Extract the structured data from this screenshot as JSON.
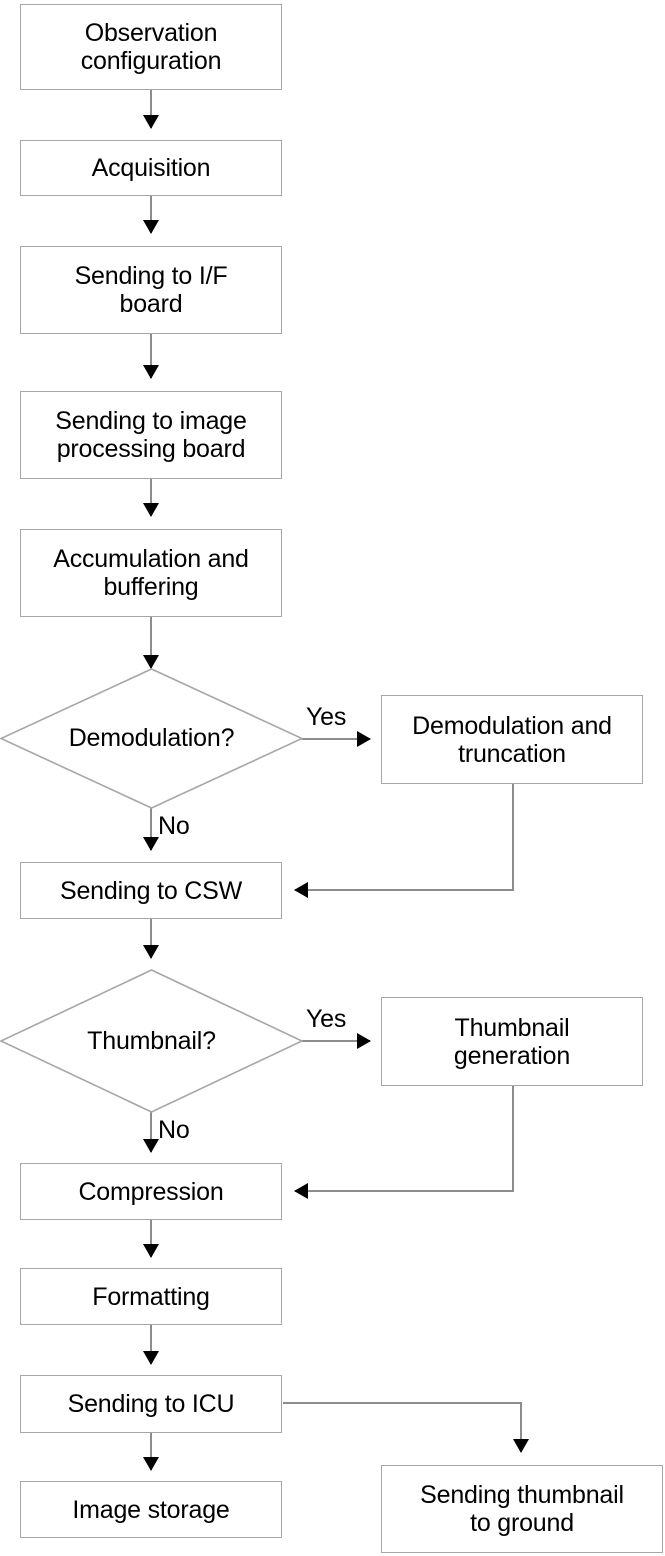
{
  "diagram": {
    "type": "flowchart",
    "title": "",
    "orientation": "top-to-bottom",
    "colors": {
      "box_border": "#a6a6a6",
      "box_fill": "#ffffff",
      "connector": "#8c8c8c",
      "arrowhead": "#000000",
      "text": "#000000",
      "background": "#ffffff"
    },
    "nodes": [
      {
        "id": "observation-configuration",
        "shape": "rect",
        "label": "Observation configuration",
        "line1": "Observation",
        "line2": "configuration"
      },
      {
        "id": "acquisition",
        "shape": "rect",
        "label": "Acquisition",
        "line1": "Acquisition",
        "line2": ""
      },
      {
        "id": "sending-to-if-board",
        "shape": "rect",
        "label": "Sending to I/F board",
        "line1": "Sending to I/F",
        "line2": "board"
      },
      {
        "id": "sending-to-image-board",
        "shape": "rect",
        "label": "Sending to image processing board",
        "line1": "Sending to image",
        "line2": "processing board"
      },
      {
        "id": "accumulation-buffering",
        "shape": "rect",
        "label": "Accumulation and buffering",
        "line1": "Accumulation and",
        "line2": "buffering"
      },
      {
        "id": "demodulation-decision",
        "shape": "diamond",
        "label": "Demodulation?"
      },
      {
        "id": "demodulation-truncation",
        "shape": "rect",
        "label": "Demodulation and truncation",
        "line1": "Demodulation and",
        "line2": "truncation"
      },
      {
        "id": "sending-to-csw",
        "shape": "rect",
        "label": "Sending to CSW",
        "line1": "Sending to CSW",
        "line2": ""
      },
      {
        "id": "thumbnail-decision",
        "shape": "diamond",
        "label": "Thumbnail?"
      },
      {
        "id": "thumbnail-generation",
        "shape": "rect",
        "label": "Thumbnail generation",
        "line1": "Thumbnail",
        "line2": "generation"
      },
      {
        "id": "compression",
        "shape": "rect",
        "label": "Compression",
        "line1": "Compression",
        "line2": ""
      },
      {
        "id": "formatting",
        "shape": "rect",
        "label": "Formatting",
        "line1": "Formatting",
        "line2": ""
      },
      {
        "id": "sending-to-icu",
        "shape": "rect",
        "label": "Sending to ICU",
        "line1": "Sending to ICU",
        "line2": ""
      },
      {
        "id": "image-storage",
        "shape": "rect",
        "label": "Image storage",
        "line1": "Image storage",
        "line2": ""
      },
      {
        "id": "sending-thumbnail-ground",
        "shape": "rect",
        "label": "Sending thumbnail to ground",
        "line1": "Sending thumbnail",
        "line2": "to ground"
      }
    ],
    "edges": [
      {
        "from": "observation-configuration",
        "to": "acquisition",
        "label": ""
      },
      {
        "from": "acquisition",
        "to": "sending-to-if-board",
        "label": ""
      },
      {
        "from": "sending-to-if-board",
        "to": "sending-to-image-board",
        "label": ""
      },
      {
        "from": "sending-to-image-board",
        "to": "accumulation-buffering",
        "label": ""
      },
      {
        "from": "accumulation-buffering",
        "to": "demodulation-decision",
        "label": ""
      },
      {
        "from": "demodulation-decision",
        "to": "demodulation-truncation",
        "label": "Yes"
      },
      {
        "from": "demodulation-decision",
        "to": "sending-to-csw",
        "label": "No"
      },
      {
        "from": "demodulation-truncation",
        "to": "sending-to-csw",
        "label": ""
      },
      {
        "from": "sending-to-csw",
        "to": "thumbnail-decision",
        "label": ""
      },
      {
        "from": "thumbnail-decision",
        "to": "thumbnail-generation",
        "label": "Yes"
      },
      {
        "from": "thumbnail-decision",
        "to": "compression",
        "label": "No"
      },
      {
        "from": "thumbnail-generation",
        "to": "compression",
        "label": ""
      },
      {
        "from": "compression",
        "to": "formatting",
        "label": ""
      },
      {
        "from": "formatting",
        "to": "sending-to-icu",
        "label": ""
      },
      {
        "from": "sending-to-icu",
        "to": "image-storage",
        "label": ""
      },
      {
        "from": "sending-to-icu",
        "to": "sending-thumbnail-ground",
        "label": ""
      }
    ],
    "edge_labels": {
      "demodulation_yes": "Yes",
      "demodulation_no": "No",
      "thumbnail_yes": "Yes",
      "thumbnail_no": "No"
    }
  }
}
